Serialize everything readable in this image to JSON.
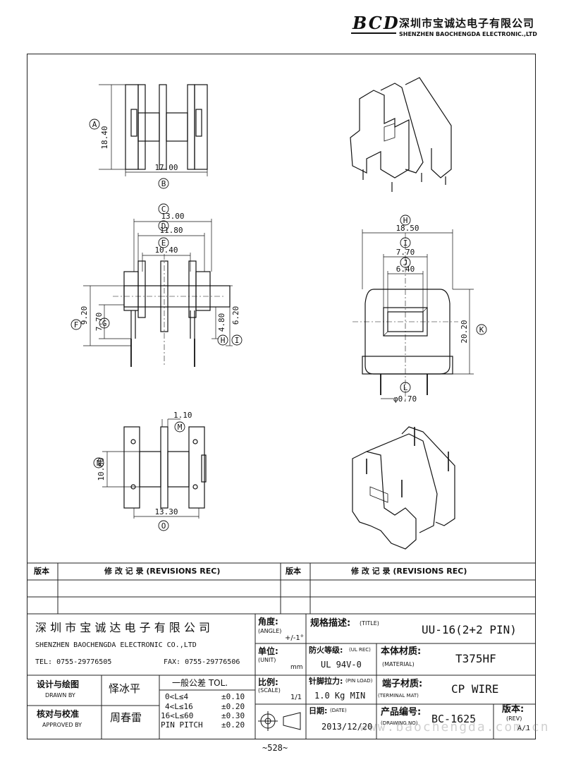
{
  "header": {
    "logo_text": "BCD",
    "company_cn": "深圳市宝诚达电子有限公司",
    "company_en": "SHENZHEN BAOCHENGDA ELECTRONIC.,LTD"
  },
  "dims": {
    "a": "18.40",
    "b": "17.00",
    "c": "13.00",
    "d": "11.80",
    "e": "10.40",
    "f": "9.20",
    "g": "7.70",
    "h": "4.80",
    "i": "6.20",
    "m": "1.10",
    "n": "10.00",
    "o": "13.30",
    "h2": "18.50",
    "i2": "7.70",
    "j2": "6.40",
    "k2": "20.20",
    "l2": "φ0.70"
  },
  "markers": [
    "A",
    "B",
    "C",
    "D",
    "E",
    "F",
    "G",
    "H",
    "I",
    "M",
    "N",
    "O",
    "H",
    "I",
    "J",
    "K",
    "L"
  ],
  "revisions": {
    "col_version": "版本",
    "col_record": "修 改 记 录  (REVISIONS REC)"
  },
  "title_block": {
    "company_cn": "深 圳 市 宝 诚 达 电 子 有 限 公 司",
    "company_en": "SHENZHEN BAOCHENGDA ELECTRONIC CO.,LTD",
    "tel": "TEL: 0755-29776505",
    "fax": "FAX: 0755-29776506",
    "angle_label": "角度:",
    "angle_en": "(ANGLE)",
    "angle_value": "+/-1°",
    "unit_label": "单位:",
    "unit_en": "(UNIT)",
    "unit_value": "mm",
    "scale_label": "比例:",
    "scale_en": "(SCALE)",
    "scale_value": "1/1",
    "title_label": "规格描述:",
    "title_en": "(TITLE)",
    "title_value": "UU-16(2+2 PIN)",
    "fire_label": "防火等级:",
    "fire_en": "(UL REC)",
    "fire_value": "UL 94V-0",
    "material_label": "本体材质:",
    "material_en": "(MATERIAL)",
    "material_value": "T375HF",
    "pin_load_label": "针脚拉力:",
    "pin_load_en": "(PIN LOAD)",
    "pin_load_value": "1.0 Kg MIN",
    "terminal_label": "端子材质:",
    "terminal_en": "(TERMINAL MAT)",
    "terminal_value": "CP WIRE",
    "date_label": "日期:",
    "date_en": "(DATE)",
    "date_value": "2013/12/20",
    "drawing_label": "产品编号:",
    "drawing_en": "(DRAWING NO)",
    "drawing_value": "BC-1625",
    "rev_label": "版本:",
    "rev_en": "(REV)",
    "rev_value": "A/1",
    "drawn_label": "设计与绘图",
    "drawn_en": "DRAWN BY",
    "drawn_value": "怿冰平",
    "approved_label": "核对与校准",
    "approved_en": "APPROVED BY",
    "approved_value": "周春雷",
    "tol_title": "一般公差 TOL.",
    "tol_rows": [
      {
        "range": "0<L≤4",
        "value": "±0.10"
      },
      {
        "range": "4<L≤16",
        "value": "±0.20"
      },
      {
        "range": "16<L≤60",
        "value": "±0.30"
      },
      {
        "range": "PIN PITCH",
        "value": "±0.20"
      }
    ],
    "watermark": "www.baochengda.com.cn"
  },
  "page_number": "~528~"
}
